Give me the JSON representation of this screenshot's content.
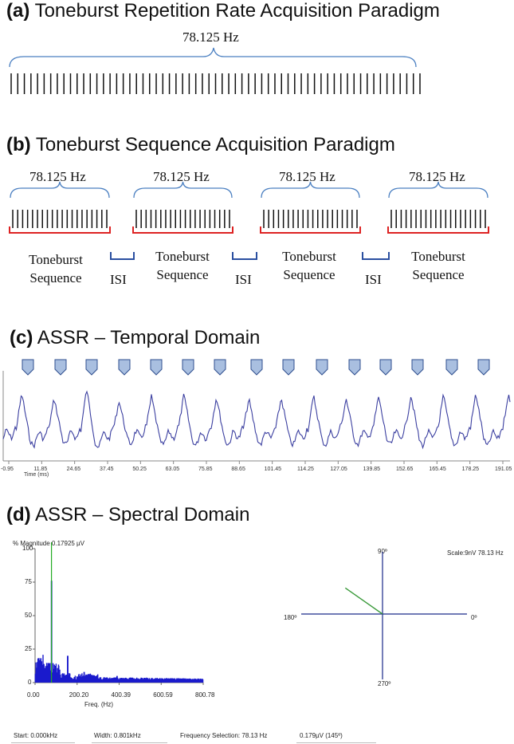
{
  "panel_a": {
    "letter": "(a)",
    "title": "Toneburst Repetition Rate Acquisition Paradigm",
    "rate_label": "78.125 Hz"
  },
  "panel_b": {
    "letter": "(b)",
    "title": "Toneburst Sequence Acquisition Paradigm",
    "rate_labels": [
      "78.125 Hz",
      "78.125 Hz",
      "78.125 Hz",
      "78.125 Hz"
    ],
    "sequence_label_line1": "Toneburst",
    "sequence_label_line2": "Sequence",
    "isi_label": "ISI"
  },
  "panel_c": {
    "letter": "(c)",
    "title": "ASSR – Temporal Domain",
    "x_ticks": [
      "-0.95",
      "11.85",
      "24.65",
      "37.45",
      "50.25",
      "63.05",
      "75.85",
      "88.65",
      "101.45",
      "114.25",
      "127.05",
      "139.85",
      "152.65",
      "165.45",
      "178.25",
      "191.05"
    ],
    "x_label": "Time (ms)",
    "colors": {
      "trace": "#3b3fa0",
      "marker_fill": "#a9bfe0",
      "marker_stroke": "#2f4f8f"
    }
  },
  "panel_d": {
    "letter": "(d)",
    "title": "ASSR – Spectral Domain",
    "y_header": "% Magnitude  0.17925 µV",
    "y_ticks": [
      "100",
      "75",
      "50",
      "25",
      "0"
    ],
    "x_ticks": [
      "0.00",
      "200.20",
      "400.39",
      "600.59",
      "800.78"
    ],
    "x_label": "Freq.  (Hz)",
    "polar": {
      "scale_label": "Scale:9nV 78.13 Hz",
      "angle_top": "90º",
      "angle_left": "180º",
      "angle_right": "0º",
      "angle_bottom": "270º",
      "vector_angle_deg": 145
    },
    "status_bar": {
      "start": "Start:  0.000kHz",
      "width": "Width:  0.801kHz",
      "freq_selection": "Frequency Selection:  78.13 Hz",
      "amplitude": "0.179µV (145º)"
    },
    "colors": {
      "bars": "#1a1acc",
      "peak_line": "#22aa22",
      "vector": "#3a9a3a",
      "axes": "#1a2a8a"
    }
  },
  "colors": {
    "bracket_blue": "#4a7fc1",
    "bracket_red": "#dd2222",
    "isi_blue": "#2a4fa0"
  }
}
